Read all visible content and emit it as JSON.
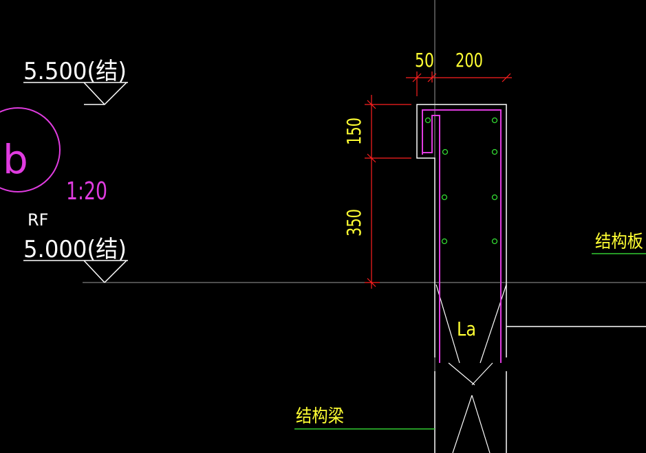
{
  "levels": {
    "upper_elevation": "5.500(结)",
    "lower_elevation": "5.000(结)",
    "floor_label": "RF"
  },
  "detail": {
    "symbol": "b",
    "scale": "1:20"
  },
  "dimensions": {
    "width_left": "50",
    "width_right": "200",
    "height_top": "150",
    "height_bottom": "350"
  },
  "annotations": {
    "anchor_length": "La",
    "slab_label": "结构板",
    "beam_label": "结构梁"
  },
  "colors": {
    "background": "#000000",
    "outline": "#ffffff",
    "rebar": "#e03ce0",
    "dimension_line": "#ff2020",
    "dimension_text": "#ffff33",
    "bar_dots": "#33dd33",
    "leader_line": "#33cc33",
    "grid_line": "#9a9a9a"
  }
}
